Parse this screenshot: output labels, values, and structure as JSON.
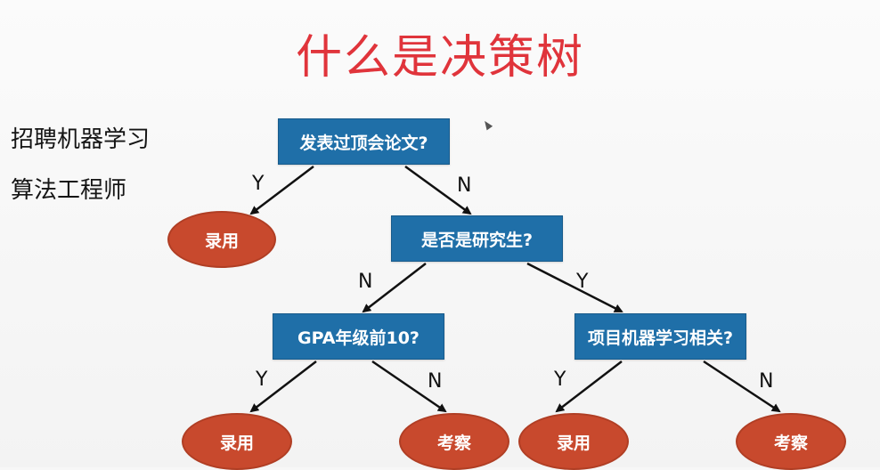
{
  "title": "什么是决策树",
  "side": {
    "line1": "招聘机器学习",
    "line2": "算法工程师"
  },
  "nodes": {
    "q1": "发表过顶会论文?",
    "q2": "是否是研究生?",
    "q3": "GPA年级前10?",
    "q4": "项目机器学习相关?",
    "l1": "录用",
    "l2": "录用",
    "l3": "考察",
    "l4": "录用",
    "l5": "考察"
  },
  "edge_labels": {
    "e1": "Y",
    "e2": "N",
    "e3": "N",
    "e4": "Y",
    "e5": "Y",
    "e6": "N",
    "e7": "Y",
    "e8": "N"
  },
  "colors": {
    "title": "#e0343b",
    "question_box": "#1f6fa8",
    "leaf": "#c8492d"
  }
}
